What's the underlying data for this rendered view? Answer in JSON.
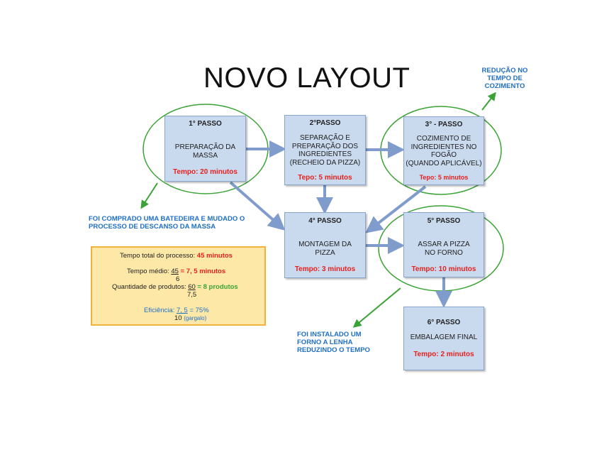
{
  "title": "NOVO LAYOUT",
  "colors": {
    "box_fill": "#c9d9ee",
    "arrow": "#7f9ccc",
    "ellipse": "#3aa335",
    "time_red": "#e8211e",
    "note_blue": "#1f6fc5",
    "summary_fill": "#fde8a8",
    "summary_border": "#f2b13a"
  },
  "steps": [
    {
      "label": "1° PASSO",
      "desc": [
        "PREPARAÇÃO DA",
        "MASSA"
      ],
      "time": "Tempo: 20 minutos"
    },
    {
      "label": "2°PASSO",
      "desc": [
        "SEPARAÇÃO E",
        "PREPARAÇÃO DOS",
        "INGREDIENTES",
        "(RECHEIO DA PIZZA)"
      ],
      "time": "Tepo: 5 minutos"
    },
    {
      "label": "3° - PASSO",
      "desc": [
        "COZIMENTO DE",
        "INGREDIENTES NO",
        "FOGÃO",
        "(QUANDO APLICÁVEL)"
      ],
      "time": "Tepo: 5 minutos"
    },
    {
      "label": "4° PASSO",
      "desc": [
        "MONTAGEM DA",
        "PIZZA"
      ],
      "time": "Tempo: 3 minutos"
    },
    {
      "label": "5° PASSO",
      "desc": [
        "ASSAR A PIZZA",
        "NO FORNO"
      ],
      "time": "Tempo: 10 minutos"
    },
    {
      "label": "6° PASSO",
      "desc": [
        "EMBALAGEM FINAL"
      ],
      "time": "Tempo: 2 minutos"
    }
  ],
  "notes": {
    "reducao": [
      "REDUÇÃO NO",
      "TEMPO DE",
      "COZIMENTO"
    ],
    "batedeira": [
      "FOI COMPRADO UMA BATEDEIRA E MUDADO O",
      "PROCESSO DE DESCANSO DA MASSA"
    ],
    "forno": [
      "FOI INSTALADO UM",
      "FORNO A LENHA",
      "REDUZINDO O TEMPO"
    ]
  },
  "summary": {
    "total_label": "Tempo total do processo: ",
    "total_value": "45 minutos",
    "medio_label": "Tempo médio: ",
    "medio_num": "45",
    "medio_eq": " = 7, 5 minutos",
    "medio_den": "6",
    "qtd_label": "Quantidade de produtos: ",
    "qtd_num": "60",
    "qtd_eq": " = 8 produtos",
    "qtd_den": "7,5",
    "ef_label": "Eficiência: ",
    "ef_num": "7, 5",
    "ef_eq": " = 75%",
    "ef_den": "10",
    "ef_den_note": "(gargalo)"
  }
}
